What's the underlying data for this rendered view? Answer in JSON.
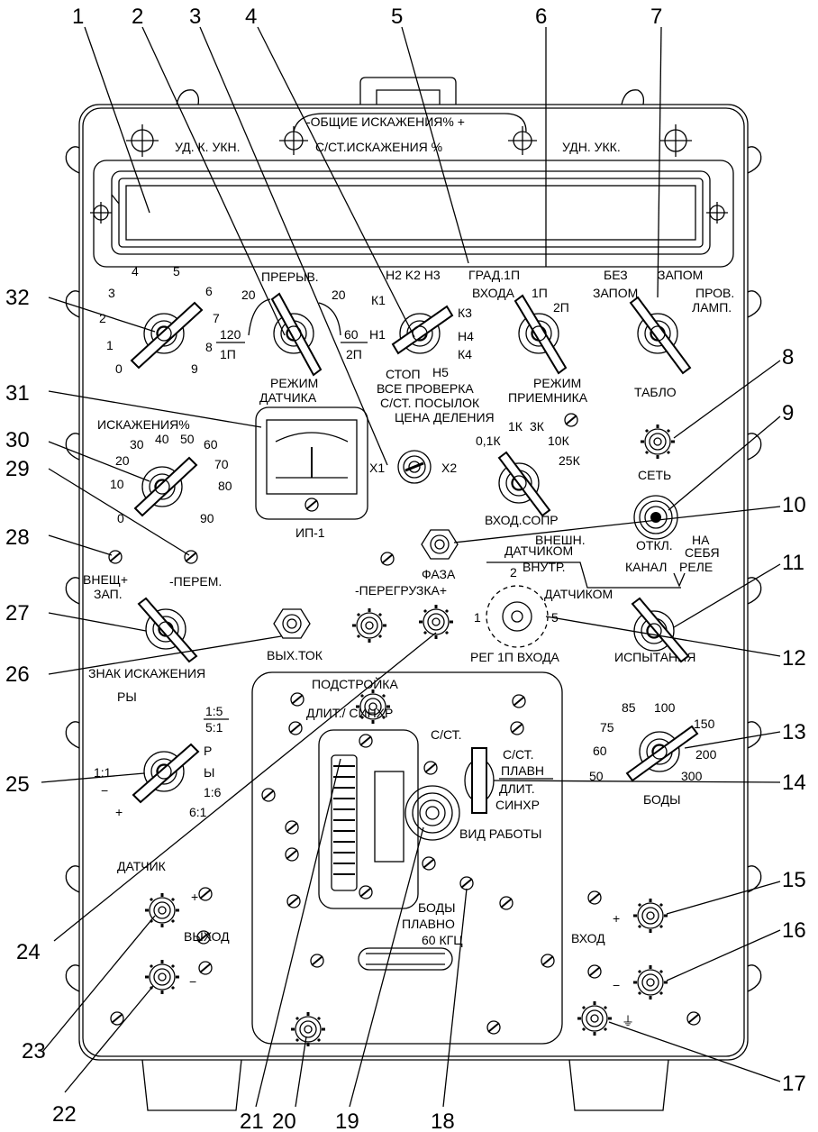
{
  "callouts": [
    "1",
    "2",
    "3",
    "4",
    "5",
    "6",
    "7",
    "8",
    "9",
    "10",
    "11",
    "12",
    "13",
    "14",
    "15",
    "16",
    "17",
    "18",
    "19",
    "20",
    "21",
    "22",
    "23",
    "24",
    "25",
    "26",
    "27",
    "28",
    "29",
    "30",
    "31",
    "32"
  ],
  "display": {
    "general_distortion": "-ОБЩИЕ ИСКАЖЕНИЯ%  +",
    "start_stop_distortion": "С/СТ.ИСКАЖЕНИЯ %",
    "left_scale": "УД.  К.  УКН.",
    "right_scale": "УДН.  УКК.",
    "scale_h": "H2 K2 H3",
    "grad": "ГРАД.1П",
    "bez_zapom": "БЕЗ",
    "zapom": "ЗАПОМ",
    "knob32_ticks": [
      "0",
      "1",
      "2",
      "3",
      "4",
      "5",
      "6",
      "7",
      "8",
      "9"
    ]
  },
  "controls": {
    "prerыv": "ПРЕРЫВ.",
    "d20a": "20",
    "d20b": "20",
    "d120": "120",
    "d1p": "1П",
    "d60": "60",
    "d2p": "2П",
    "rezhim_datchika_1": "РЕЖИМ",
    "rezhim_datchika_2": "ДАТЧИКА",
    "k1": "К1",
    "h1": "Н1",
    "k3": "К3",
    "h4": "Н4",
    "k4": "К4",
    "h5": "Н5",
    "stop": "СТОП",
    "vse_proverka": "ВСЕ ПРОВЕРКА",
    "sst_posylok": "С/СТ. ПОСЫЛОК",
    "cena_deleniya": "ЦЕНА ДЕЛЕНИЯ",
    "vhoda": "ВХОДА",
    "v1p": "1П",
    "v2p": "2П",
    "rezhim_priemnika_1": "РЕЖИМ",
    "rezhim_priemnika_2": "ПРИЕМНИКА",
    "bez_zapom2": "ЗАПОМ",
    "prov_lamp_1": "ПРОВ.",
    "prov_lamp_2": "ЛАМП.",
    "tablo": "ТАБЛО",
    "iskazheniya": "ИСКАЖЕНИЯ%",
    "knob30_ticks": [
      "0",
      "10",
      "20",
      "30",
      "40",
      "50",
      "60",
      "70",
      "80",
      "90"
    ],
    "meter": "ИП-1",
    "x1": "X1",
    "x2": "X2",
    "r1k": "1К",
    "r3k": "3К",
    "r01k": "0,1К",
    "r10k": "10К",
    "r25k": "25К",
    "vhod_sopr": "ВХОД.СОПР",
    "set": "СЕТЬ",
    "vneshn": "ВНЕШН.",
    "datchikom": "ДАТЧИКОМ",
    "vnutr": "ВНУТР.",
    "otkl": "ОТКЛ.",
    "na": "НА",
    "sebya": "СЕБЯ",
    "kanal": "КАНАЛ",
    "rele": "РЕЛЕ",
    "datchikom2": "ДАТЧИКОМ",
    "ispytaniya": "ИСПЫТАНИЯ",
    "vnesh_plus": "ВНЕЩ+",
    "zap": "ЗАП.",
    "perem": "-ПЕРЕМ.",
    "faza": "ФАЗА",
    "peregruzka": "-ПЕРЕГРУЗКА+",
    "reg_1": "1",
    "reg_2": "2",
    "reg_5": "5",
    "reg_1p": "РЕГ 1П ВХОДА",
    "vyh_tok": "ВЫХ.ТОК",
    "znak": "ЗНАК ИСКАЖЕНИЯ",
    "podstroika": "ПОДСТРОЙКА",
    "dlit_sinhr": "ДЛИТ./ СИНХР",
    "sst": "С/СТ.",
    "ry": "РЫ",
    "r15": "1:5",
    "r51": "5:1",
    "r11": "1:1",
    "rp": "Р",
    "ry2": "Ы",
    "r16": "1:6",
    "r61": "6:1",
    "minus": "−",
    "plus": "+",
    "sst2": "С/СТ.",
    "plavn": "ПЛАВН",
    "dlit": "ДЛИТ.",
    "sinhr": "СИНХР",
    "vid_raboty": "ВИД РАБОТЫ",
    "bauds": [
      "50",
      "60",
      "75",
      "85",
      "100",
      "150",
      "200",
      "300"
    ],
    "body": "БОДЫ",
    "datchik": "ДАТЧИК",
    "vyhod": "ВЫХОД",
    "body_plavno_1": "БОДЫ",
    "body_plavno_2": "ПЛАВНО",
    "kgc": "60 КГЦ",
    "vhod": "ВХОД",
    "gnd": "⏚"
  }
}
